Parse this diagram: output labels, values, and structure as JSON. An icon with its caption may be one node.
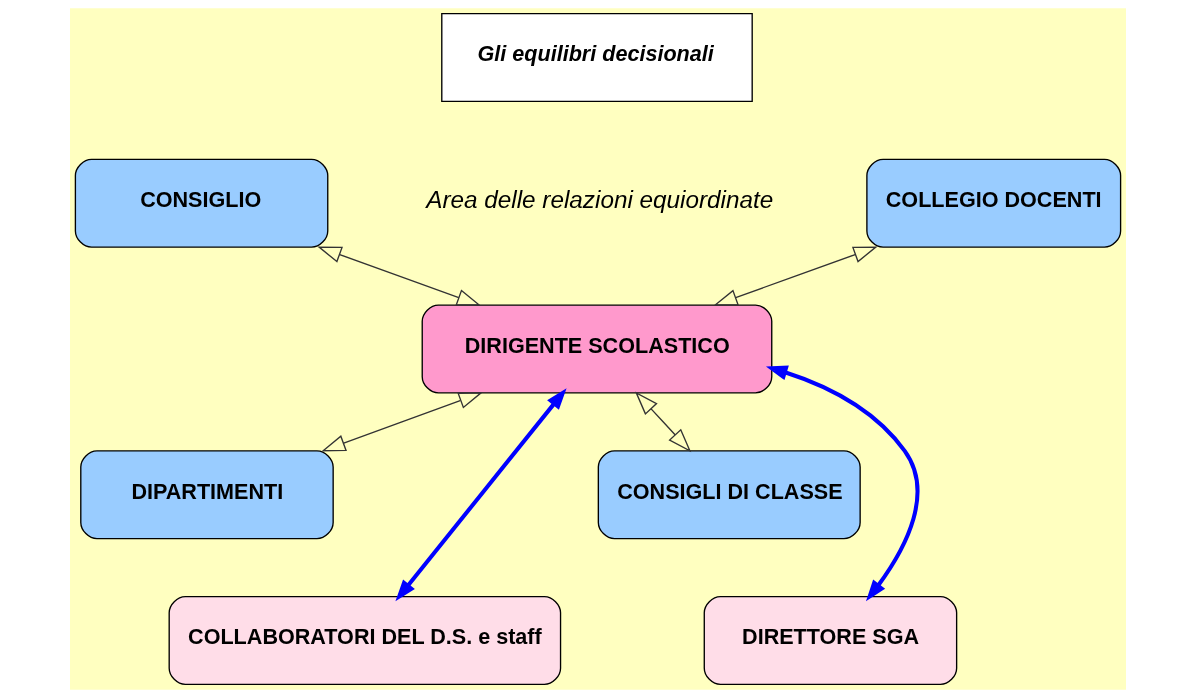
{
  "diagram": {
    "nodes": [
      {
        "text": [
          "Gli equilibri decisionali"
        ]
      },
      {
        "text": [
          "CONSIGLIO"
        ]
      },
      {
        "text": [
          "COLLEGIO DOCENTI"
        ]
      },
      {
        "text": [
          "DIRIGENTE SCOLASTICO"
        ]
      },
      {
        "text": [
          "DIPARTIMENTI"
        ]
      },
      {
        "text": [
          "CONSIGLI DI CLASSE"
        ]
      },
      {
        "text": [
          "COLLABORATORI DEL D.S. e staff"
        ]
      },
      {
        "text": [
          "DIRETTORE SGA"
        ]
      }
    ],
    "edges": [
      {
        "from": 1,
        "to": 3,
        "arrow": "both"
      },
      {
        "from": 2,
        "to": 3,
        "arrow": "both"
      },
      {
        "from": 3,
        "to": 4,
        "arrow": "both"
      },
      {
        "from": 3,
        "to": 5,
        "arrow": "both"
      },
      {
        "from": 3,
        "to": 6,
        "arrow": "both",
        "style": "thick",
        "color": "#0000ff"
      },
      {
        "from": 3,
        "to": 7,
        "arrow": "both",
        "style": "thick",
        "color": "#0000ff"
      }
    ],
    "labels": [
      "Area delle relazioni equiordinate"
    ]
  }
}
